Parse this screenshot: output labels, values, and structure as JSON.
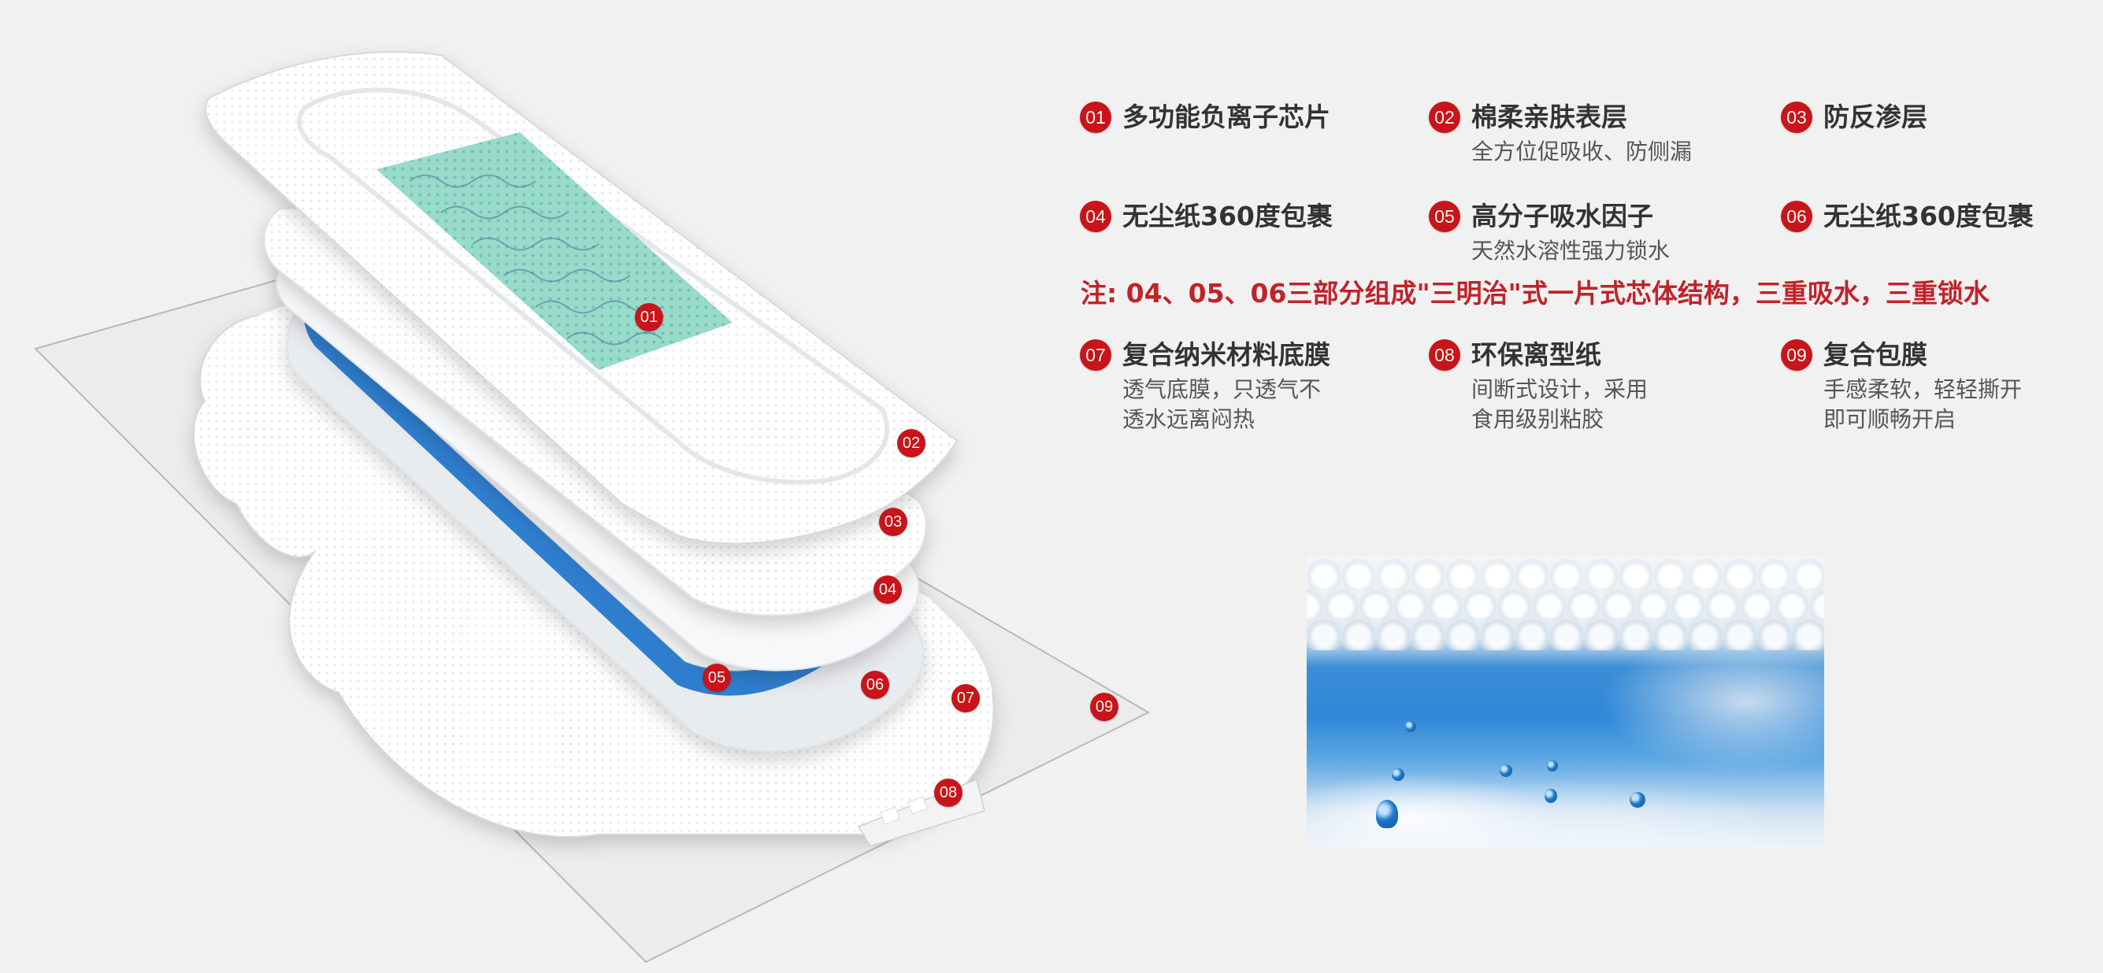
{
  "colors": {
    "badge": "#c8141a",
    "badge_text": "#fff3e8",
    "title_text": "#333333",
    "sub_text": "#555555",
    "note_text": "#c0232a",
    "background": "#f1f1f1",
    "core_green": "#8fd7c4",
    "absorb_blue": "#2f7fd0"
  },
  "product_image": {
    "badges": [
      "01",
      "02",
      "03",
      "04",
      "05",
      "06",
      "07",
      "08",
      "09"
    ]
  },
  "legend": {
    "items": [
      {
        "num": "01",
        "title": "多功能负离子芯片",
        "sub": []
      },
      {
        "num": "02",
        "title": "棉柔亲肤表层",
        "sub": [
          "全方位促吸收、防侧漏"
        ]
      },
      {
        "num": "03",
        "title": "防反渗层",
        "sub": []
      },
      {
        "num": "04",
        "title": "无尘纸360度包裹",
        "sub": []
      },
      {
        "num": "05",
        "title": "高分子吸水因子",
        "sub": [
          "天然水溶性强力锁水"
        ]
      },
      {
        "num": "06",
        "title": "无尘纸360度包裹",
        "sub": []
      },
      {
        "num": "07",
        "title": "复合纳米材料底膜",
        "sub": [
          "透气底膜，只透气不",
          "透水远离闷热"
        ]
      },
      {
        "num": "08",
        "title": "环保离型纸",
        "sub": [
          "间断式设计，采用",
          "食用级别粘胶"
        ]
      },
      {
        "num": "09",
        "title": "复合包膜",
        "sub": [
          "手感柔软，轻轻撕开",
          "即可顺畅开启"
        ]
      }
    ],
    "note": "注: 04、05、06三部分组成\"三明治\"式一片式芯体结构，三重吸水，三重锁水"
  },
  "detail_photo": {
    "subject": "absorbent-core-closeup"
  }
}
